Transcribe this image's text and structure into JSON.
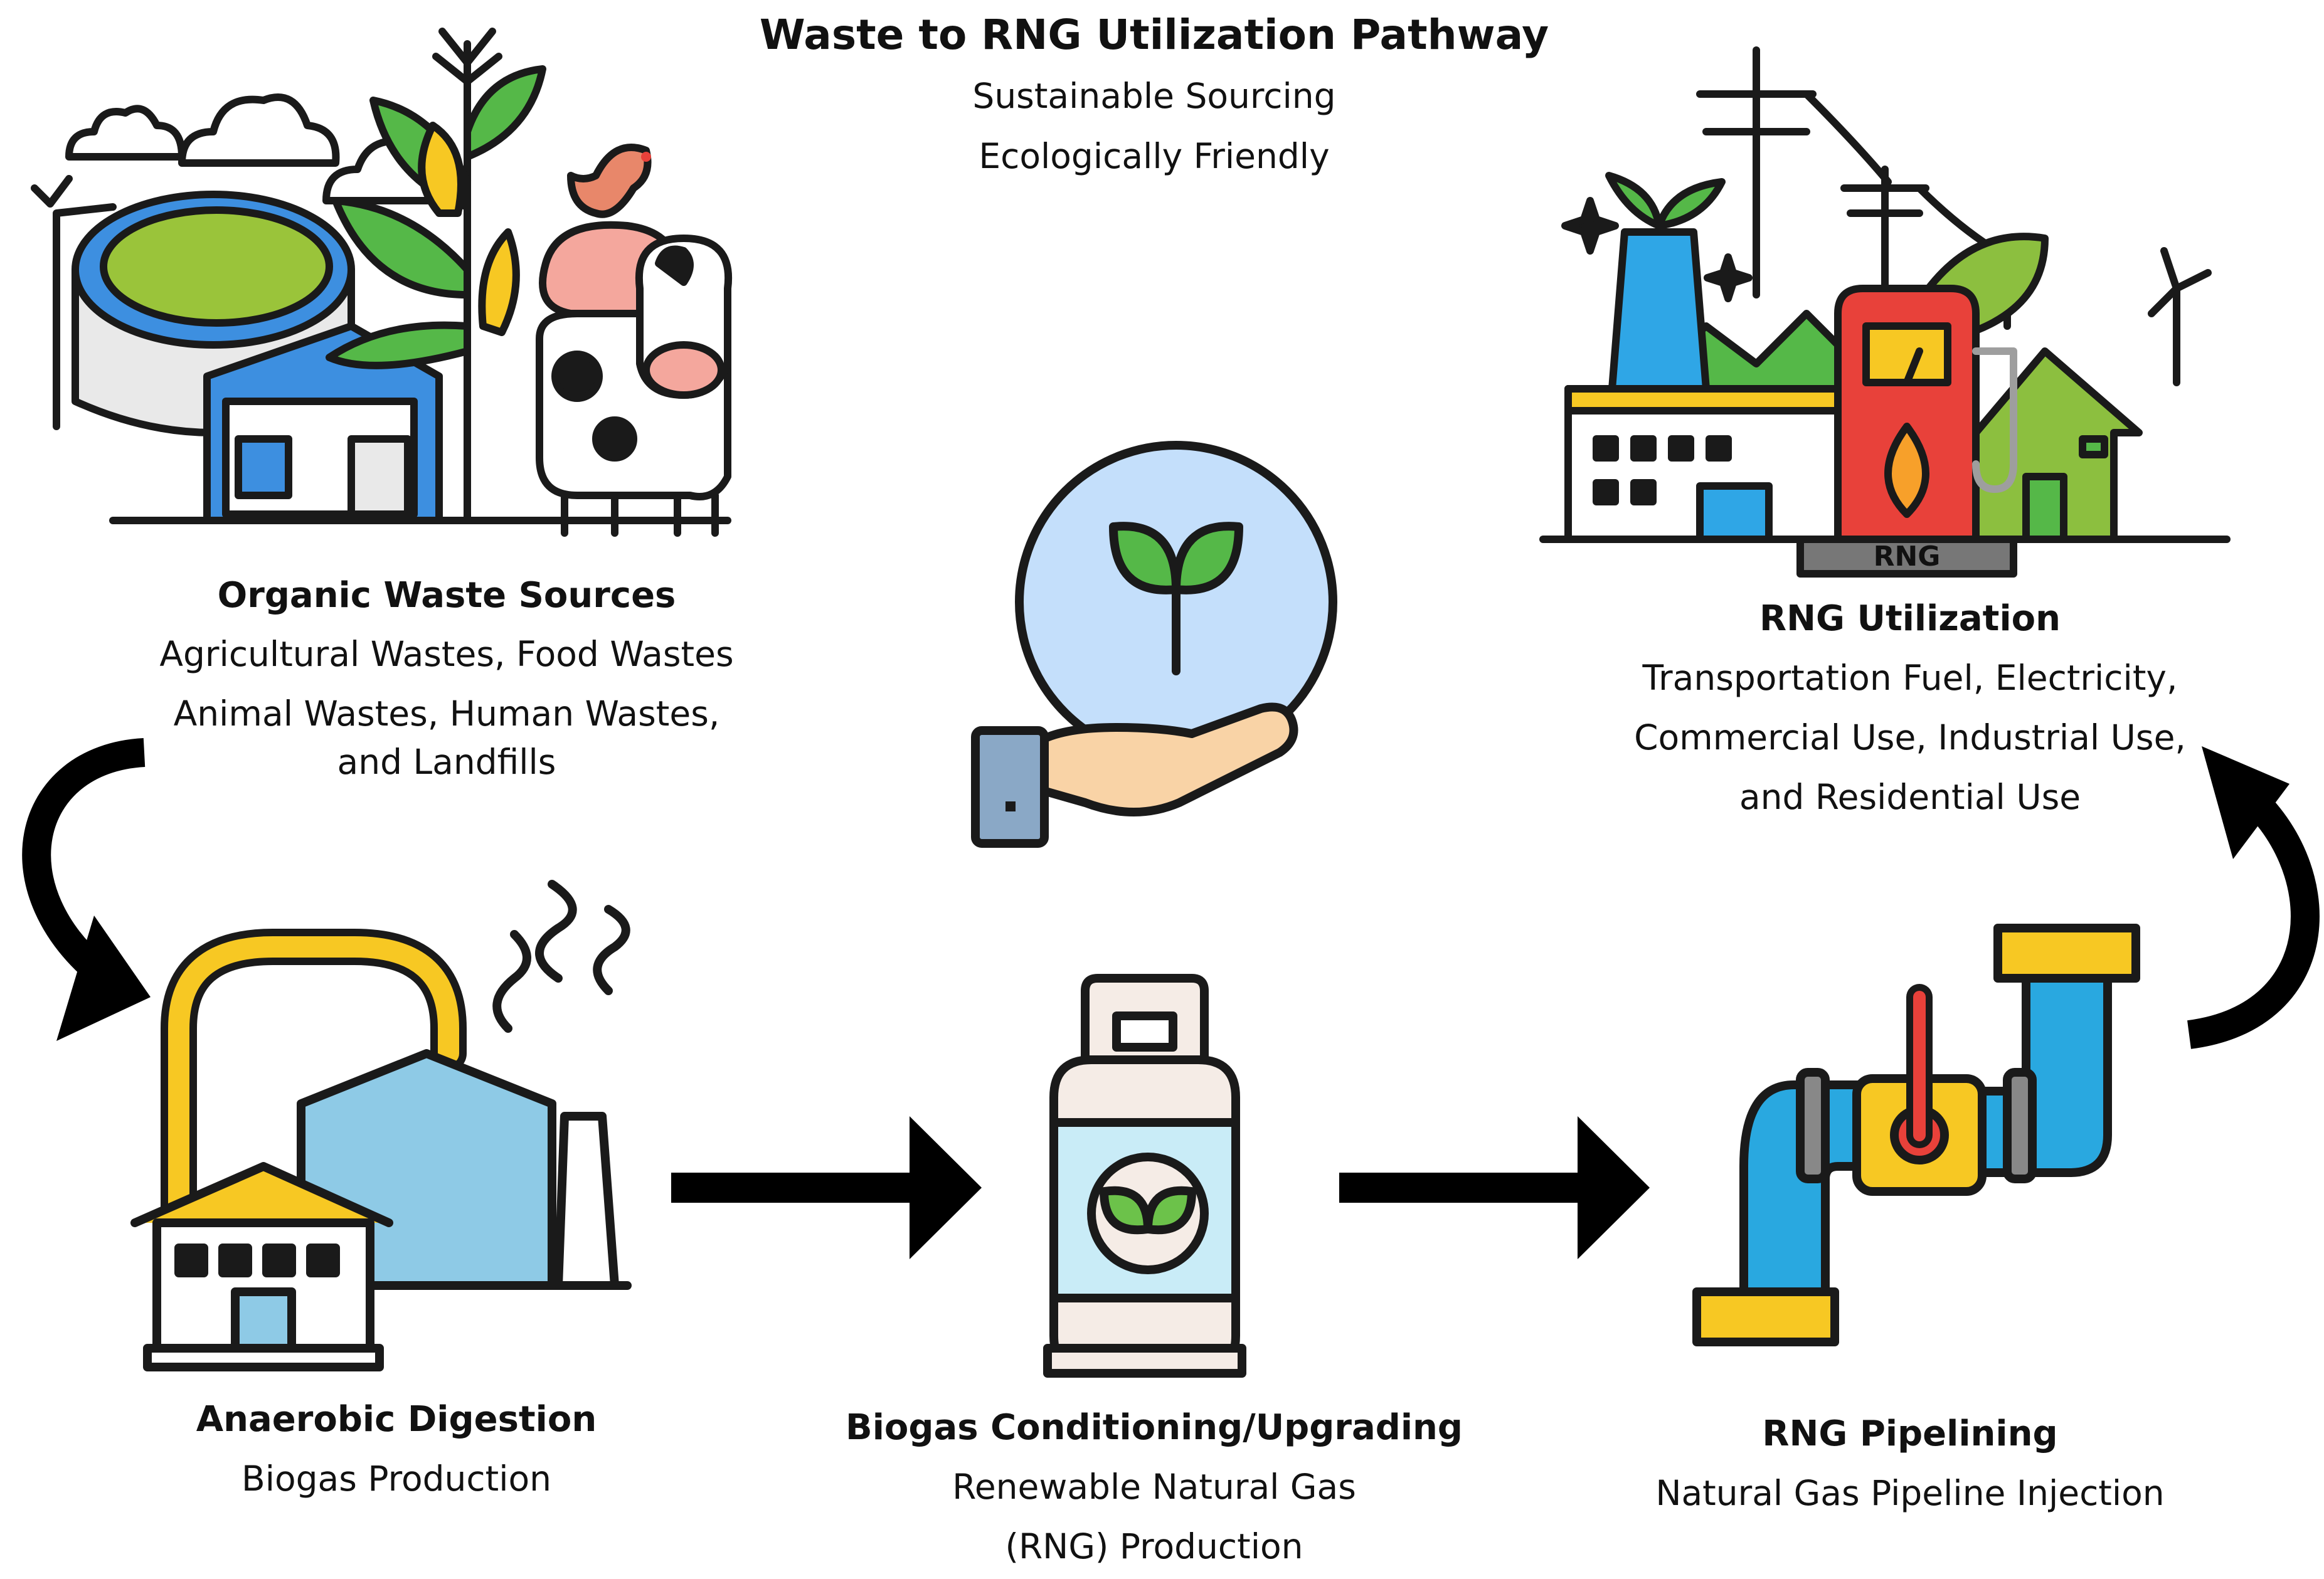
{
  "header": {
    "title": "Waste to RNG Utilization Pathway",
    "tagline_1": "Sustainable Sourcing",
    "tagline_2": "Ecologically Friendly"
  },
  "steps": {
    "organic_waste": {
      "title": "Organic Waste Sources",
      "line_1": "Agricultural Wastes,  Food Wastes",
      "line_2": "Animal Wastes, Human Wastes,",
      "line_3": "and Landfills"
    },
    "digestion": {
      "title": "Anaerobic Digestion",
      "line_1": "Biogas Production"
    },
    "upgrading": {
      "title": "Biogas Conditioning/Upgrading",
      "line_1": "Renewable Natural Gas",
      "line_2": "(RNG) Production"
    },
    "pipelining": {
      "title": "RNG Pipelining",
      "line_1": "Natural Gas Pipeline Injection"
    },
    "utilization": {
      "title": "RNG Utilization",
      "line_1": "Transportation Fuel, Electricity,",
      "line_2": "Commercial Use, Industrial Use,",
      "line_3": "and Residential Use",
      "pump_label": "RNG"
    }
  },
  "icons": [
    "biogas-farm-icon",
    "sprout-in-hand-icon",
    "digester-plant-icon",
    "gas-cylinder-icon",
    "pipeline-valve-icon",
    "energy-uses-icon"
  ],
  "colors": {
    "arrow": "#000000",
    "sky_blue": "#8ecae6",
    "leaf_green": "#55b848",
    "pump_red": "#e8413a",
    "pipe_blue": "#29a8e0",
    "yellow": "#f7c823"
  }
}
